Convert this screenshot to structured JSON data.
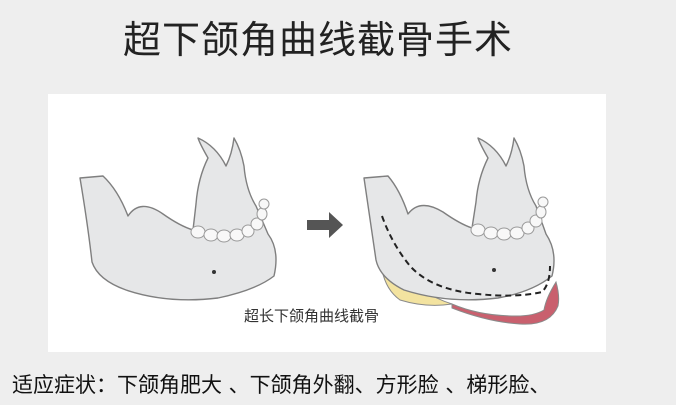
{
  "title": "超下颌角曲线截骨手术",
  "figure": {
    "caption": "超长下颌角曲线截骨"
  },
  "footer": {
    "text": "适应症状：下颌角肥大 、下颌角外翻、方形脸 、梯形脸、"
  },
  "colors": {
    "background": "#eeeeee",
    "panel": "#ffffff",
    "bone_fill": "#e6e7e8",
    "bone_stroke": "#7f7f7f",
    "removed_bone": "#f3e3a0",
    "removed_tissue": "#c9606e",
    "arrow": "#555555"
  },
  "icons": [
    "arrow-right-icon"
  ]
}
